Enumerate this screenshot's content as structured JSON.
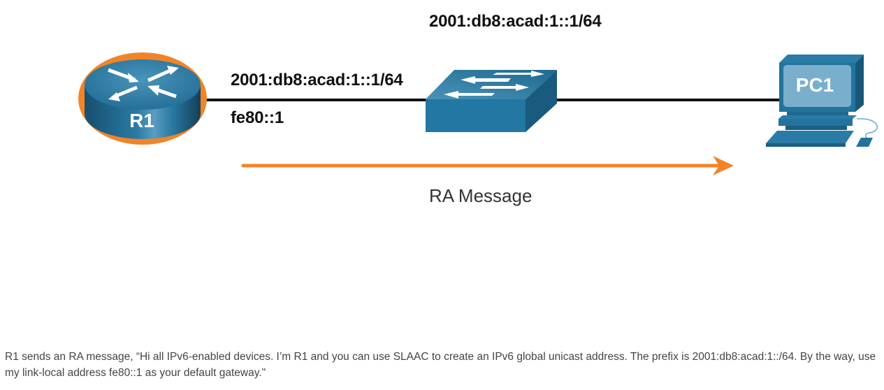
{
  "diagram": {
    "devices": {
      "router": {
        "label": "R1"
      },
      "switch": {
        "label": ""
      },
      "pc": {
        "label": "PC1"
      }
    },
    "labels": {
      "switch_top_address": "2001:db8:acad:1::1/64",
      "r1_global_unicast": "2001:db8:acad:1::1/64",
      "r1_link_local": "fe80::1"
    },
    "message": {
      "label": "RA Message",
      "direction": "R1 to PC1"
    },
    "colors": {
      "device_blue": "#1f6f99",
      "highlight_orange": "#f28428",
      "link_black": "#111111",
      "arrow_orange": "#f28428"
    }
  },
  "caption": "R1 sends an RA message, “Hi all IPv6-enabled devices. I’m R1 and you can use SLAAC to create an IPv6 global unicast address. The prefix is 2001:db8:acad:1::/64. By the way, use my link-local address fe80::1 as your default gateway.\""
}
